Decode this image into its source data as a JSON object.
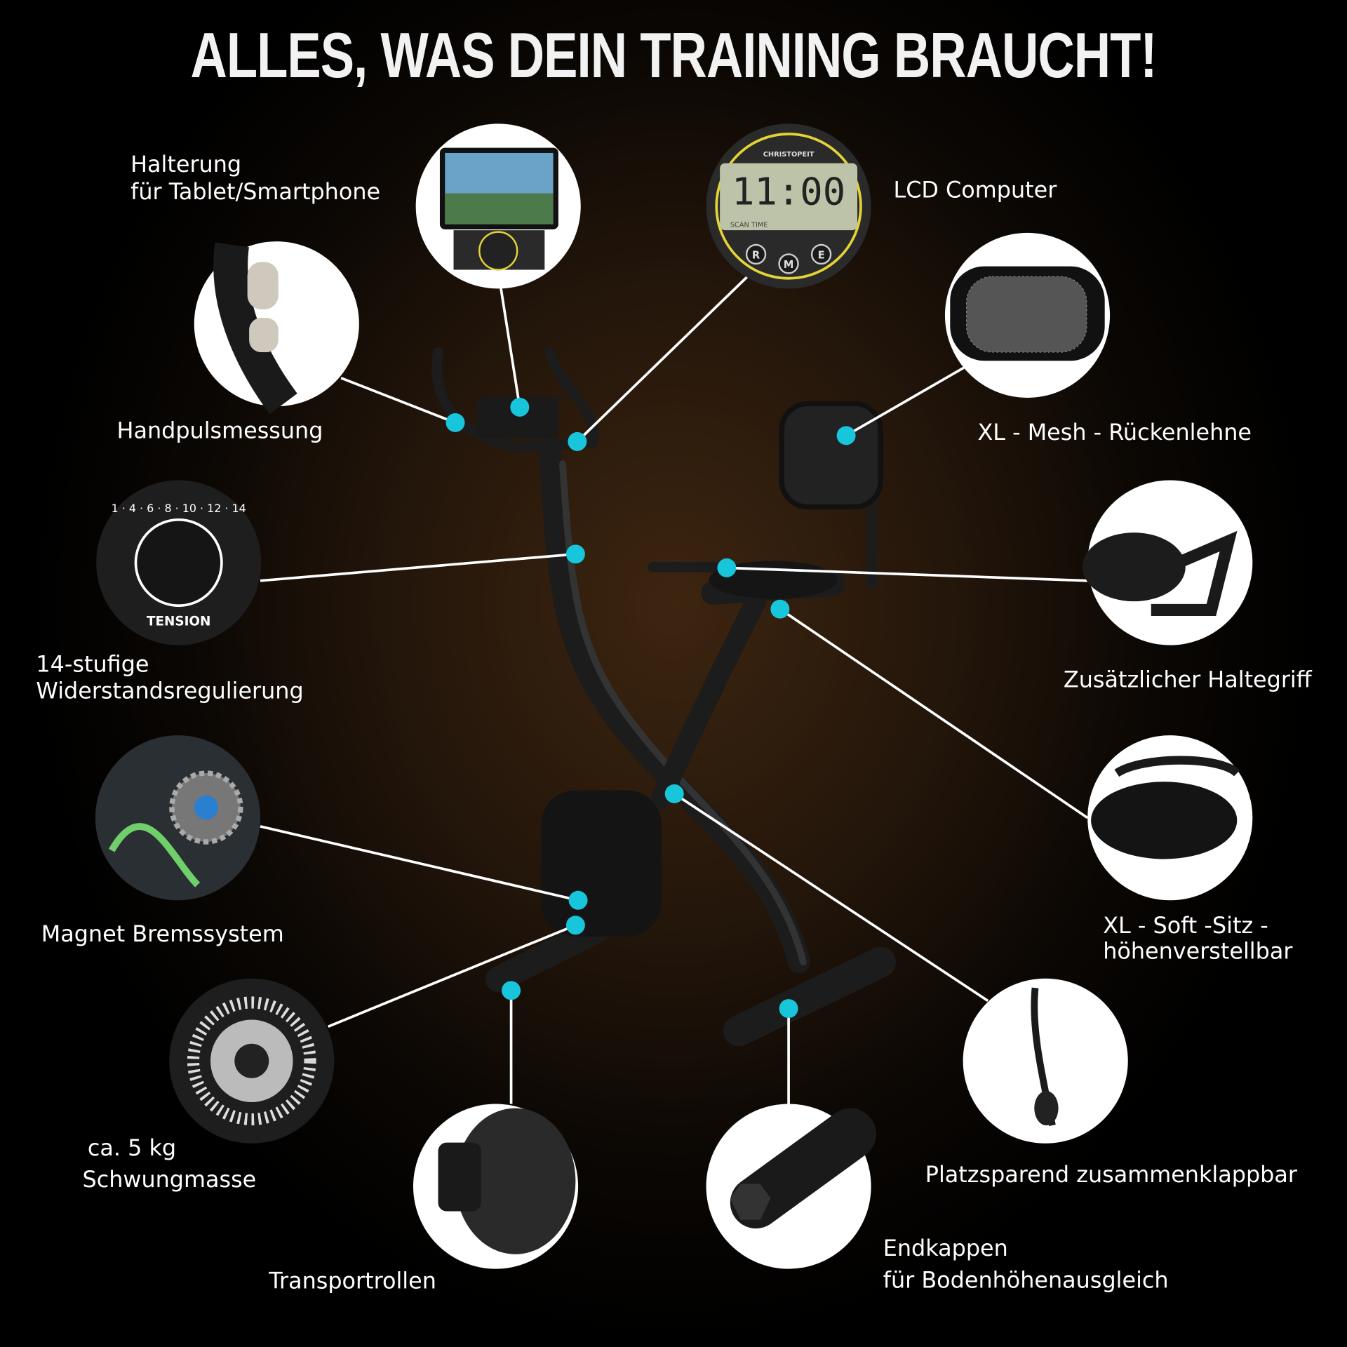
{
  "title": "ALLES, WAS DEIN TRAINING BRAUCHT!",
  "accent_color": "#18c6dc",
  "features": {
    "tablet": {
      "line1": "Halterung",
      "line2": "für Tablet/Smartphone"
    },
    "lcd": {
      "label": "LCD Computer",
      "display": "11:00",
      "brand": "CHRISTOPEIT",
      "scan": "SCAN TIME",
      "buttons": [
        "R",
        "M",
        "E"
      ]
    },
    "pulse": {
      "label": "Handpulsmessung"
    },
    "mesh": {
      "label": "XL - Mesh - Rückenlehne"
    },
    "tension": {
      "line1": "14-stufige",
      "line2": "Widerstandsregulierung",
      "dial_text": "TENSION",
      "dial_numbers": "1 · 4 · 6 · 8 · 10 · 12 · 14"
    },
    "grip": {
      "label": "Zusätzlicher Haltegriff"
    },
    "magnet": {
      "label": "Magnet Bremssystem"
    },
    "seat": {
      "line1": "XL - Soft -Sitz -",
      "line2": "höhenverstellbar"
    },
    "flywheel": {
      "line1": "ca. 5 kg",
      "line2": "Schwungmasse"
    },
    "foldable": {
      "label": "Platzsparend zusammenklappbar"
    },
    "wheels": {
      "label": "Transportrollen"
    },
    "endcaps": {
      "line1": "Endkappen",
      "line2": "für Bodenhöhenausgleich"
    }
  }
}
